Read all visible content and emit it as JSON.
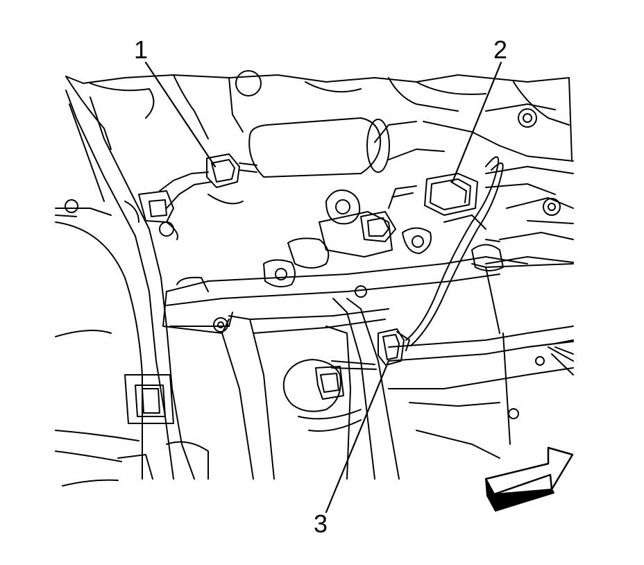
{
  "callouts": {
    "one": "1",
    "two": "2",
    "three": "3"
  },
  "colors": {
    "ink": "#000000",
    "paper": "#ffffff",
    "arrow_fill": "#ffffff"
  },
  "icons": {
    "orientation": "forward-arrow-icon"
  }
}
